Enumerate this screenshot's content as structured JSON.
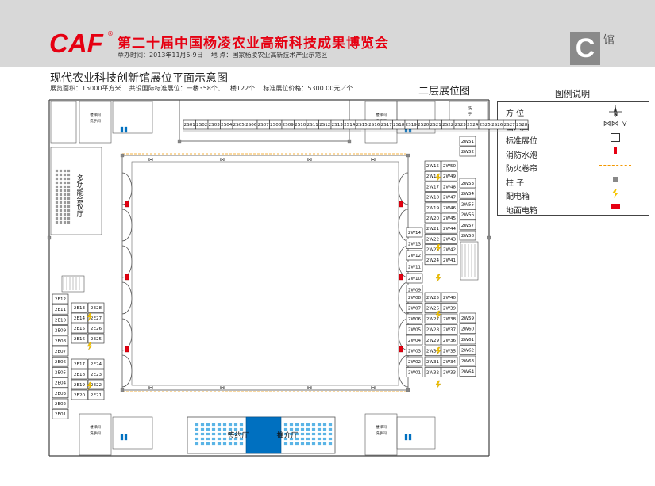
{
  "header": {
    "logo_text": "CAF",
    "title": "第二十届中国杨凌农业高新科技成果博览会",
    "time_label": "举办时间：",
    "time_value": "2013年11月5-9日",
    "place_label": "地 点：",
    "place_value": "国家杨凌农业高新技术产业示范区",
    "hall_letter": "C",
    "hall_word": "馆"
  },
  "plan": {
    "title": "现代农业科技创新馆展位平面示意图",
    "area": "展览面积：15000平方米",
    "booths": "共设国际标准展位：一楼358个、二楼122个",
    "price": "标准展位价格：5300.00元／个",
    "floor": "二层展位图"
  },
  "legend": {
    "title": "图例说明",
    "items": [
      {
        "label": "方 位",
        "icon": "compass-icon"
      },
      {
        "label": "出入口",
        "icon": "entrance-icon"
      },
      {
        "label": "标准展位",
        "icon": "booth-icon"
      },
      {
        "label": "消防水泡",
        "icon": "fire-hydrant-icon"
      },
      {
        "label": "防火卷帘",
        "icon": "fire-shutter-icon"
      },
      {
        "label": "柱 子",
        "icon": "pillar-icon"
      },
      {
        "label": "配电箱",
        "icon": "power-box-icon"
      },
      {
        "label": "地面电箱",
        "icon": "floor-box-icon"
      }
    ],
    "compass_n": "N"
  },
  "rooms": {
    "multi_hall": [
      "多",
      "功",
      "能",
      "会",
      "议",
      "厅"
    ],
    "signing": "签约厅",
    "promotion": "推介厅",
    "stairs": "楼梯间",
    "toilet": "洗手间"
  },
  "booths_top": [
    "2S01",
    "2S02",
    "2S03",
    "2S04",
    "2S05",
    "2S06",
    "2S07",
    "2S08",
    "2S09",
    "2S10",
    "2S11",
    "2S12",
    "2S13",
    "2S14",
    "2S15",
    "2S16",
    "2S17",
    "2S18",
    "2S19",
    "2S20",
    "2S21",
    "2S22",
    "2S23",
    "2S24",
    "2S25",
    "2S26",
    "2S27",
    "2S28"
  ],
  "booths_left_outer": [
    "2E12",
    "2E11",
    "2E10",
    "2E09",
    "2E08",
    "2E07",
    "2E06",
    "2E05",
    "2E04",
    "2E03",
    "2E02",
    "2E01"
  ],
  "booths_left_a": [
    "2E13",
    "2E14",
    "2E15",
    "2E16",
    "2E17",
    "2E18",
    "2E19",
    "2E20"
  ],
  "booths_left_b": [
    "2E28",
    "2E27",
    "2E26",
    "2E25",
    "2E24",
    "2E23",
    "2E22",
    "2E21"
  ],
  "booths_w_a": [
    "2W15",
    "2W16",
    "2W17",
    "2W18",
    "2W19",
    "2W20",
    "2W21",
    "2W22",
    "2W23",
    "2W24"
  ],
  "booths_w_b": [
    "2W50",
    "2W49",
    "2W48",
    "2W47",
    "2W46",
    "2W45",
    "2W44",
    "2W43",
    "2W42",
    "2W41"
  ],
  "booths_w_c": [
    "2W14",
    "2W13",
    "2W12",
    "2W11",
    "2W10",
    "2W09"
  ],
  "booths_w_d": [
    "2W08",
    "2W07",
    "2W06",
    "2W05",
    "2W04",
    "2W03",
    "2W02",
    "2W01"
  ],
  "booths_w_e": [
    "2W25",
    "2W26",
    "2W27",
    "2W28",
    "2W29",
    "2W30",
    "2W31",
    "2W32"
  ],
  "booths_w_f": [
    "2W40",
    "2W39",
    "2W38",
    "2W37",
    "2W36",
    "2W35",
    "2W34",
    "2W33"
  ],
  "booths_right_top": [
    "2W51",
    "2W52"
  ],
  "booths_right_mid": [
    "2W53",
    "2W54",
    "2W55",
    "2W56",
    "2W57",
    "2W58"
  ],
  "booths_right_low": [
    "2W59",
    "2W60",
    "2W61",
    "2W62",
    "2W63",
    "2W64"
  ],
  "colors": {
    "accent": "#e60012",
    "header": "#d8d8d8",
    "hall_box": "#8a8a8a",
    "promo_blue": "#0070c0",
    "hydrant": "#e60012",
    "power": "#f5c400",
    "shutter": "#f39800"
  }
}
